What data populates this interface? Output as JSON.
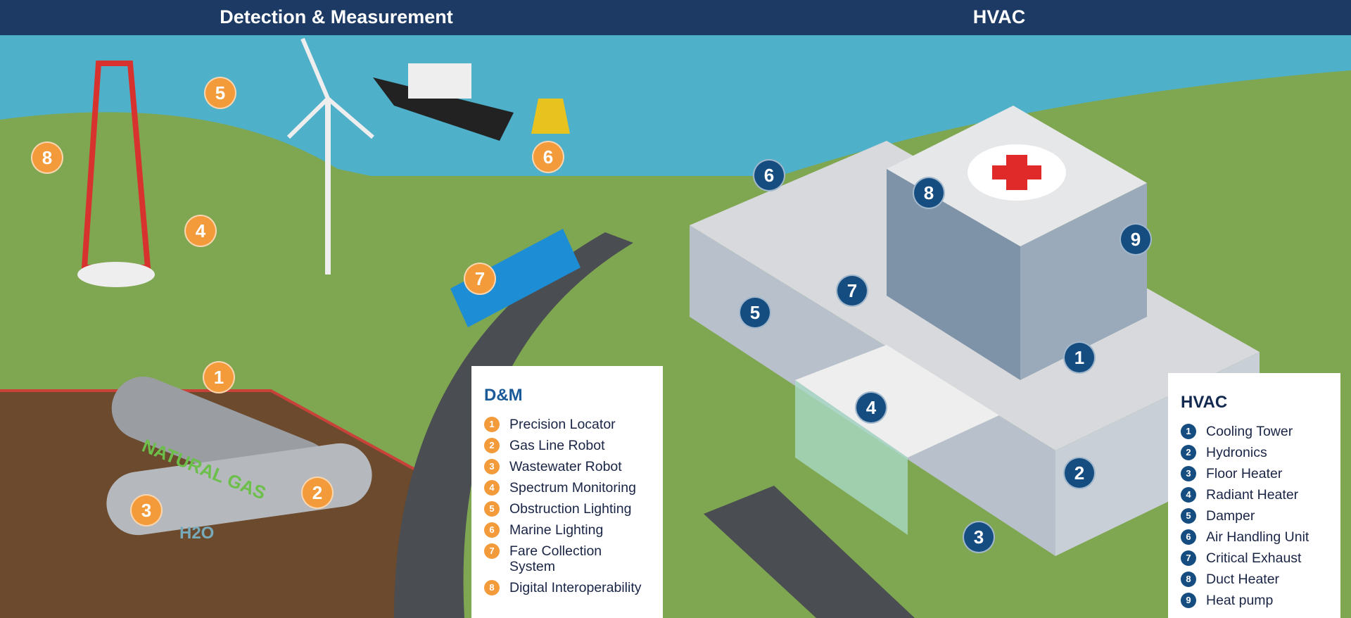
{
  "header": {
    "left_title": "Detection & Measurement",
    "right_title": "HVAC"
  },
  "colors": {
    "header": "#1c3a63",
    "dm_accent": "#f39a3a",
    "hvac_accent": "#164d80",
    "sky": "#4fb0c9",
    "grass": "#7fa650"
  },
  "illustration_labels": {
    "pipe_gas": "NATURAL GAS",
    "pipe_water": "H2O"
  },
  "dm_markers": [
    "8",
    "5",
    "4",
    "1",
    "2",
    "3",
    "6",
    "7"
  ],
  "hvac_markers": [
    "6",
    "8",
    "9",
    "7",
    "5",
    "1",
    "4",
    "2",
    "3"
  ],
  "dm_legend": {
    "title": "D&M",
    "items": [
      {
        "n": "1",
        "label": "Precision Locator"
      },
      {
        "n": "2",
        "label": "Gas Line Robot"
      },
      {
        "n": "3",
        "label": "Wastewater Robot"
      },
      {
        "n": "4",
        "label": "Spectrum Monitoring"
      },
      {
        "n": "5",
        "label": "Obstruction Lighting"
      },
      {
        "n": "6",
        "label": "Marine Lighting"
      },
      {
        "n": "7",
        "label": "Fare Collection System"
      },
      {
        "n": "8",
        "label": "Digital Interoperability"
      }
    ]
  },
  "hvac_legend": {
    "title": "HVAC",
    "items": [
      {
        "n": "1",
        "label": "Cooling Tower"
      },
      {
        "n": "2",
        "label": "Hydronics"
      },
      {
        "n": "3",
        "label": "Floor Heater"
      },
      {
        "n": "4",
        "label": "Radiant Heater"
      },
      {
        "n": "5",
        "label": "Damper"
      },
      {
        "n": "6",
        "label": "Air Handling Unit"
      },
      {
        "n": "7",
        "label": "Critical Exhaust"
      },
      {
        "n": "8",
        "label": "Duct Heater"
      },
      {
        "n": "9",
        "label": "Heat pump"
      }
    ]
  }
}
